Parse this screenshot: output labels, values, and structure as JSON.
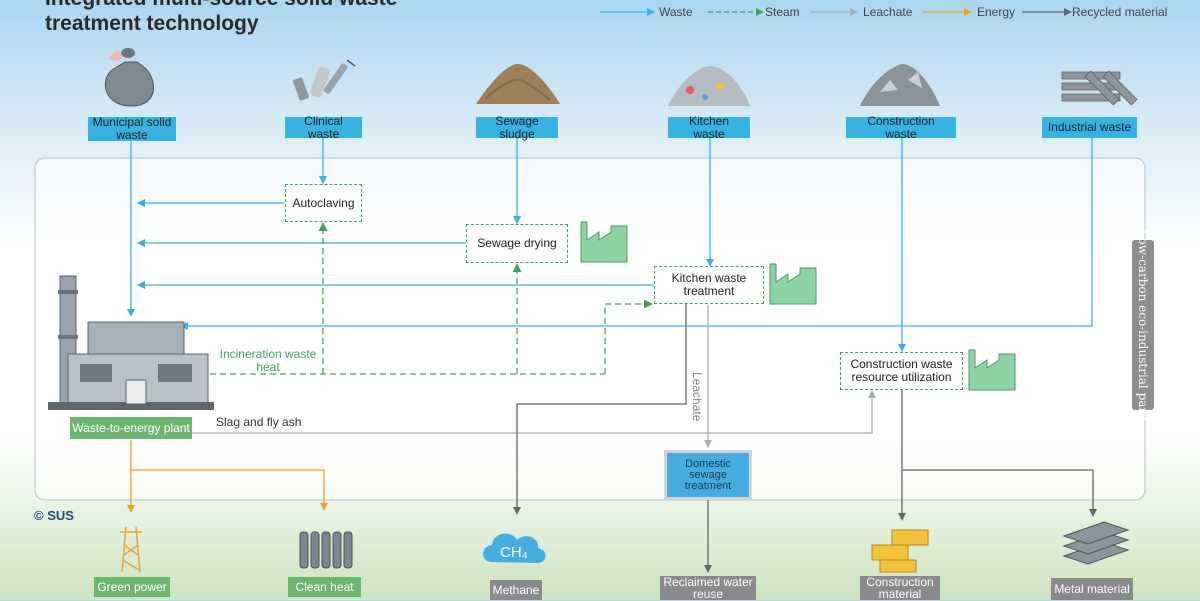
{
  "title_lines": [
    "Integrated multi-source solid waste",
    "treatment technology"
  ],
  "legend": [
    {
      "label": "Waste",
      "color": "#35b4e4",
      "style": "solid"
    },
    {
      "label": "Steam",
      "color": "#45a05a",
      "style": "dashed"
    },
    {
      "label": "Leachate",
      "color": "#a8aeb6",
      "style": "solid"
    },
    {
      "label": "Energy",
      "color": "#f0a21e",
      "style": "solid"
    },
    {
      "label": "Recycled material",
      "color": "#666666",
      "style": "solid"
    }
  ],
  "sources": {
    "municipal": "Municipal solid waste",
    "clinical": "Clinical waste",
    "sludge": "Sewage sludge",
    "kitchen": "Kitchen waste",
    "construction": "Construction waste",
    "industrial": "Industrial waste"
  },
  "processes": {
    "autoclaving": "Autoclaving",
    "sewage_drying": "Sewage drying",
    "kitchen_treatment": "Kitchen waste treatment",
    "construction_utilization": "Construction waste resource utilization",
    "domestic_sewage": "Domestic sewage treatment"
  },
  "plant_label": "Waste-to-energy plant",
  "labels": {
    "incineration_heat": "Incineration waste heat",
    "leachate": "Leachate",
    "slag": "Slag and fly ash",
    "park": "Low-carbon eco-industrial park",
    "logo": "SUS"
  },
  "outputs": {
    "green_power": "Green power",
    "clean_heat": "Clean heat",
    "methane": "Methane",
    "reclaimed_water": "Reclaimed water reuse",
    "construction_material": "Construction material",
    "metal_material": "Metal material"
  },
  "icons": {
    "methane_formula": "CH₄"
  }
}
